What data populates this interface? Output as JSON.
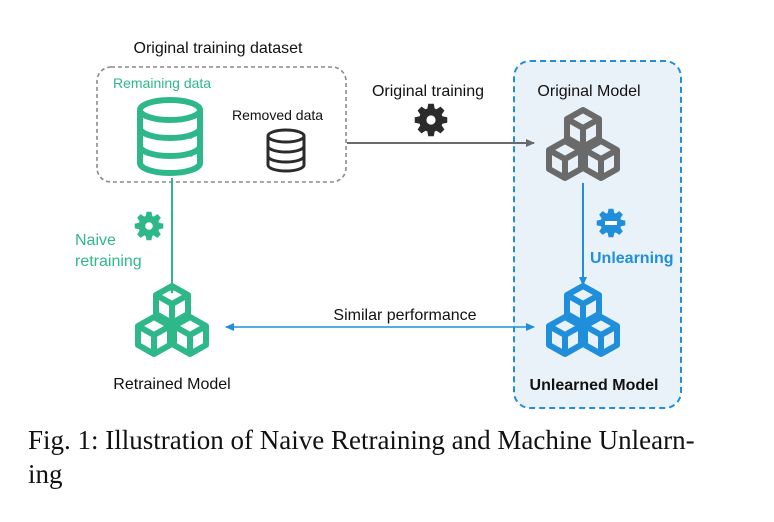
{
  "labels": {
    "dataset_title": "Original training dataset",
    "remaining_data": "Remaining data",
    "removed_data": "Removed data",
    "original_training": "Original training",
    "original_model": "Original Model",
    "naive_line1": "Naive",
    "naive_line2": "retraining",
    "unlearning": "Unlearning",
    "similar_performance": "Similar performance",
    "retrained_model": "Retrained Model",
    "unlearned_model": "Unlearned Model"
  },
  "caption": {
    "line1": "Fig. 1: Illustration of Naive Retraining and Machine Unlearn-",
    "line2": "ing"
  },
  "colors": {
    "green": "#2eb88a",
    "blue": "#1f8fdc",
    "gray": "#6a6a6a",
    "dark": "#2b2b2b",
    "panel_fill": "#eaf2f9"
  }
}
